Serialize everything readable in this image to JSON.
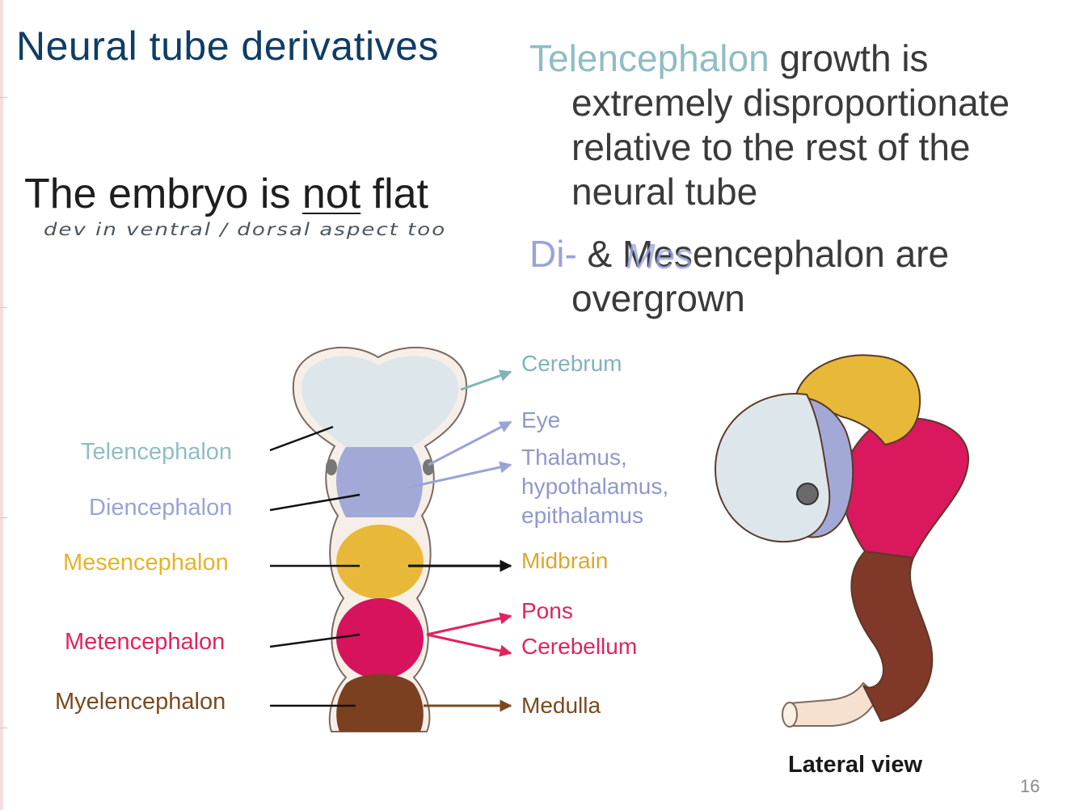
{
  "title": "Neural tube derivatives",
  "embryo": {
    "before": "The embryo is ",
    "underlined": "not",
    "after": " flat"
  },
  "handwritten_note": "dev in ventral / dorsal aspect too",
  "bullets": {
    "b1": {
      "highlight": "Telencephalon",
      "line1_rest": " growth is",
      "line2": "extremely disproportionate",
      "line3": "relative to the rest of the",
      "line4": "neural tube"
    },
    "b2": {
      "highlight": "Di-",
      "amp": " & ",
      "mes": "Mes",
      "scribble": "Mes",
      "rest": "encephalon are",
      "line2": "overgrown"
    }
  },
  "left_labels": {
    "telencephalon": "Telencephalon",
    "diencephalon": "Diencephalon",
    "mesencephalon": "Mesencephalon",
    "metencephalon": "Metencephalon",
    "myelencephalon": "Myelencephalon"
  },
  "right_labels": {
    "cerebrum": "Cerebrum",
    "eye": "Eye",
    "thalamus_1": "Thalamus,",
    "thalamus_2": "hypothalamus,",
    "thalamus_3": "epithalamus",
    "midbrain": "Midbrain",
    "pons": "Pons",
    "cerebellum": "Cerebellum",
    "medulla": "Medulla"
  },
  "lateral_view": "Lateral view",
  "page_number": "16",
  "colors": {
    "telencephalon": "#8fbdc3",
    "diencephalon": "#9aa3d8",
    "mesencephalon": "#e8b938",
    "metencephalon": "#d91a60",
    "myelencephalon": "#7a4a1f",
    "title": "#0f3d66"
  }
}
